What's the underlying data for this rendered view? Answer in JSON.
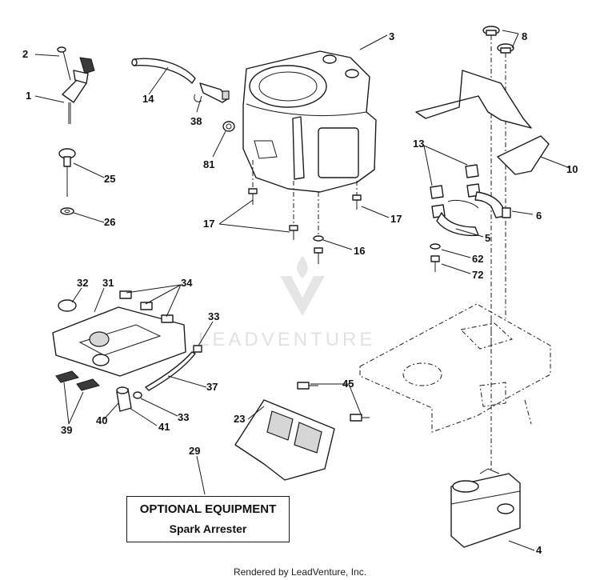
{
  "watermark": "LEADVENTURE",
  "optional_box": {
    "title": "OPTIONAL EQUIPMENT",
    "subtitle": "Spark Arrester"
  },
  "footer": "Rendered by LeadVenture, Inc.",
  "callouts": {
    "c1": "1",
    "c2": "2",
    "c3": "3",
    "c4": "4",
    "c5": "5",
    "c6": "6",
    "c8": "8",
    "c10": "10",
    "c13": "13",
    "c14": "14",
    "c16": "16",
    "c17a": "17",
    "c17b": "17",
    "c23": "23",
    "c25": "25",
    "c26": "26",
    "c29": "29",
    "c31": "31",
    "c32": "32",
    "c33a": "33",
    "c33b": "33",
    "c34": "34",
    "c37": "37",
    "c38": "38",
    "c39": "39",
    "c40": "40",
    "c41": "41",
    "c45": "45",
    "c62": "62",
    "c72": "72",
    "c81": "81"
  }
}
